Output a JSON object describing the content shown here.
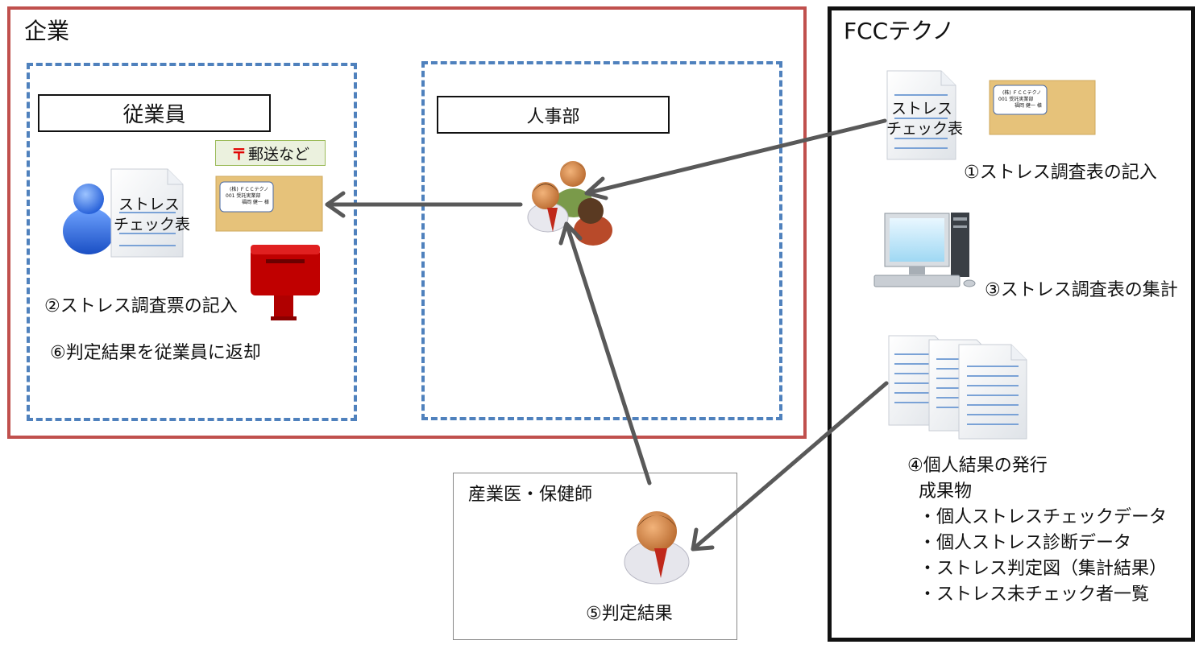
{
  "company": {
    "title": "企業"
  },
  "employee": {
    "label": "従業員",
    "sheet_line1": "ストレス",
    "sheet_line2": "チェック表",
    "step2": "②ストレス調査票の記入",
    "step6": "⑥判定結果を従業員に返却"
  },
  "mail": {
    "mark": "〒",
    "label": "郵送など",
    "envelope_line1": "(株) ＦＣＣテクノ",
    "envelope_line2": "001 受託実業部",
    "envelope_line3": "福岡 健一 様"
  },
  "hr": {
    "label": "人事部"
  },
  "fcc": {
    "title": "FCCテクノ",
    "sheet_line1": "ストレス",
    "sheet_line2": "チェック表",
    "envelope_line1": "(株) ＦＣＣテクノ",
    "envelope_line2": "001 受託実業部",
    "envelope_line3": "福岡 健一 様",
    "step1": "①ストレス調査表の記入",
    "step3": "③ストレス調査表の集計",
    "step4": "④個人結果の発行",
    "deliverables_title": "成果物",
    "deliverables": [
      "・個人ストレスチェックデータ",
      "・個人ストレス診断データ",
      "・ストレス判定図（集計結果）",
      "・ストレス未チェック者一覧"
    ]
  },
  "doctor": {
    "label": "産業医・保健師",
    "step5": "⑤判定結果"
  },
  "colors": {
    "company_border": "#c0504d",
    "dash_blue": "#4f81bd",
    "arrow": "#595959",
    "envelope": "#e6c27a",
    "mail_tag_bg": "#ebf1de"
  }
}
